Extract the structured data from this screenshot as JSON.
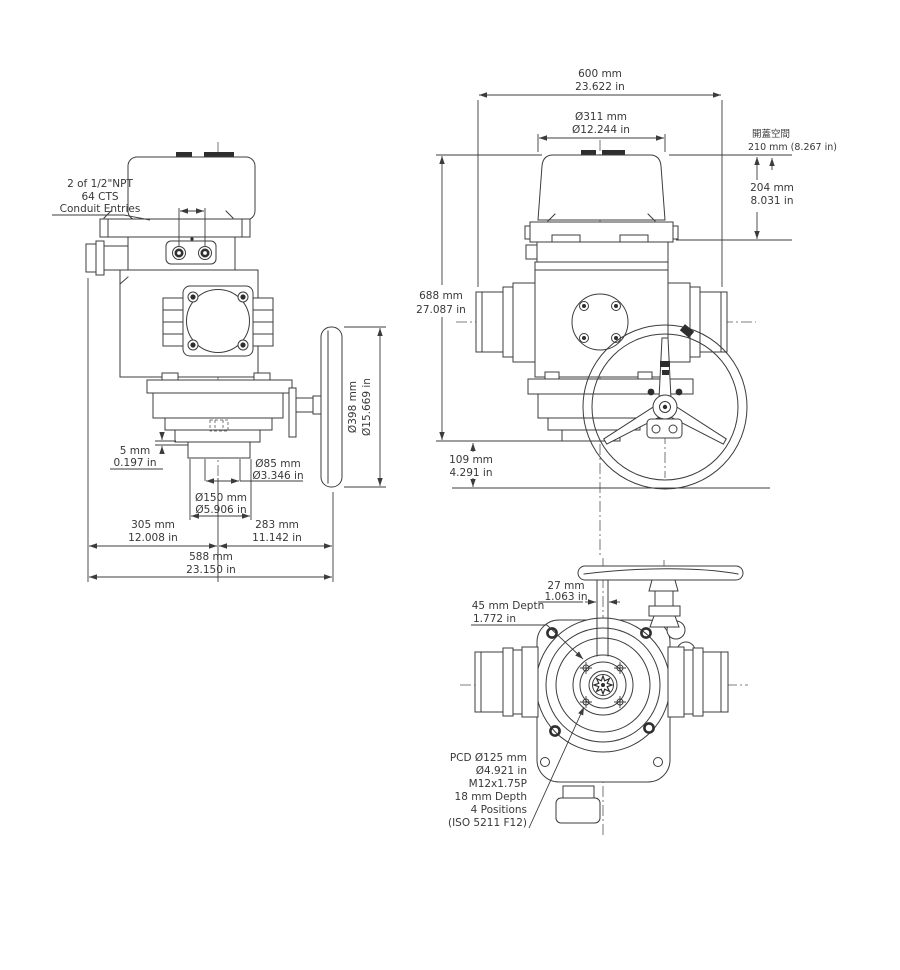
{
  "side_view": {
    "conduit_note": {
      "line1": "2 of 1/2\"NPT",
      "line2": "64 CTS",
      "line3": "Conduit Entries"
    },
    "dim_handwheel": {
      "mm": "Ø398 mm",
      "in": "Ø15.669 in"
    },
    "dim_step": {
      "mm": "5 mm",
      "in": "0.197 in"
    },
    "dim_output": {
      "mm": "Ø85 mm",
      "in": "Ø3.346 in"
    },
    "dim_boss": {
      "mm": "Ø150 mm",
      "in": "Ø5.906 in"
    },
    "dim_left": {
      "mm": "305 mm",
      "in": "12.008 in"
    },
    "dim_right": {
      "mm": "283 mm",
      "in": "11.142 in"
    },
    "dim_total": {
      "mm": "588 mm",
      "in": "23.150 in"
    }
  },
  "front_view": {
    "dim_width": {
      "mm": "600 mm",
      "in": "23.622 in"
    },
    "dim_cover_dia": {
      "mm": "Ø311 mm",
      "in": "Ø12.244 in"
    },
    "clearance": {
      "label": "開蓋空間",
      "value": "210 mm (8.267 in)"
    },
    "dim_cover_height": {
      "mm": "204 mm",
      "in": "8.031 in"
    },
    "dim_height": {
      "mm": "688 mm",
      "in": "27.087 in"
    },
    "dim_base": {
      "mm": "109 mm",
      "in": "4.291 in"
    }
  },
  "top_view": {
    "dim_offset": {
      "mm": "27 mm",
      "in": "1.063 in"
    },
    "socket_depth": {
      "line1": "45 mm Depth",
      "line2": "1.772 in"
    },
    "pcd_note": {
      "line1": "PCD Ø125 mm",
      "line2": "Ø4.921 in",
      "line3": "M12x1.75P",
      "line4": "18 mm Depth",
      "line5": "4 Positions",
      "line6": "(ISO 5211 F12)"
    }
  }
}
